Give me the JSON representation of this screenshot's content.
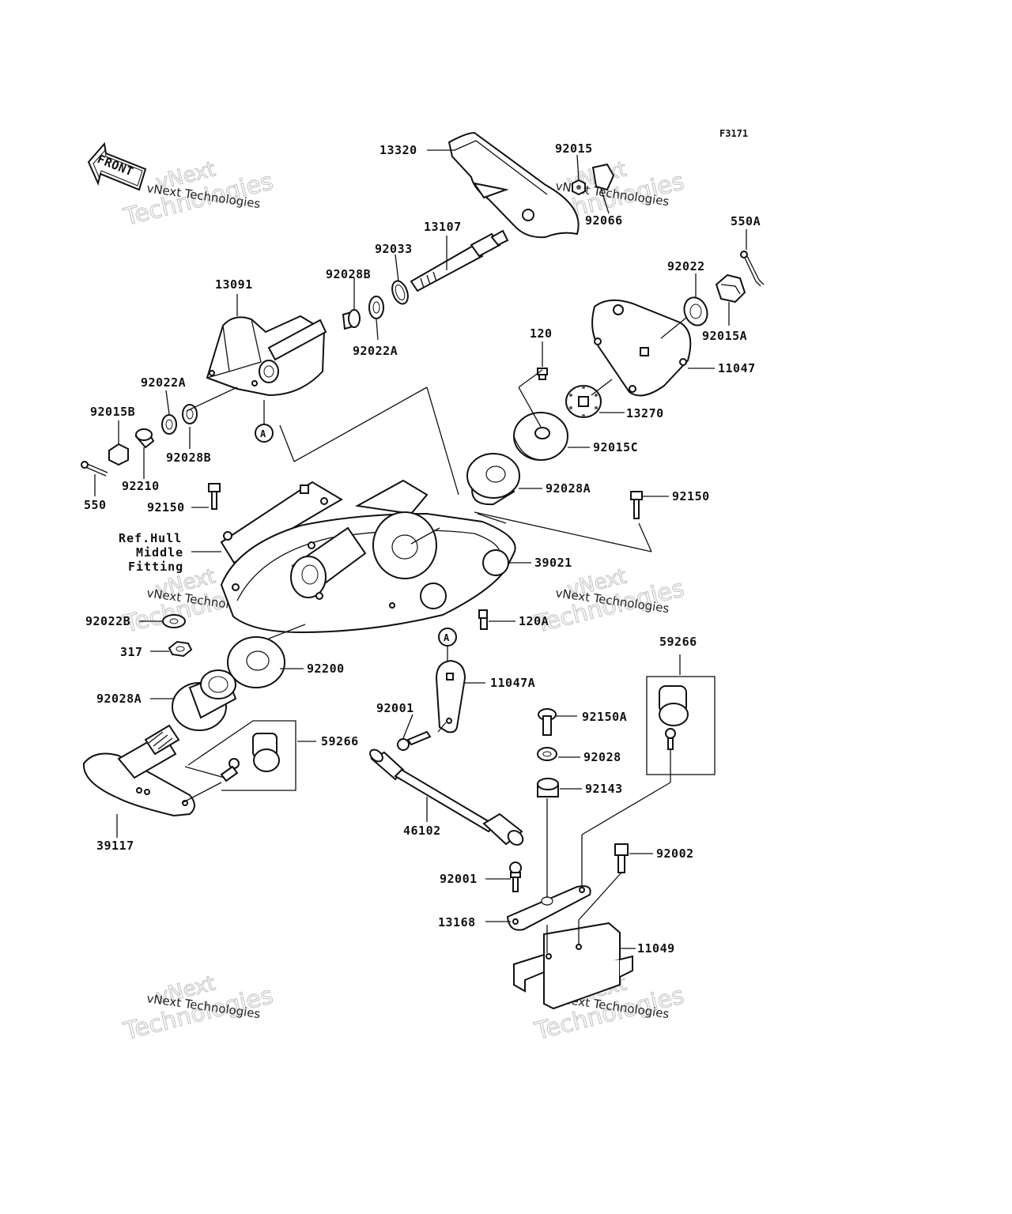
{
  "figure_id": "F3171",
  "front_arrow": "FRONT",
  "callout_marker": "A",
  "watermark": {
    "company": "vNext Technologies",
    "word1": "vNext",
    "word2": "Technologies"
  },
  "reference_note": {
    "line1": "Ref.Hull",
    "line2": "Middle",
    "line3": "Fitting"
  },
  "parts": {
    "p13320": "13320",
    "p92015": "92015",
    "p92066": "92066",
    "p550A": "550A",
    "p13107": "13107",
    "p92033": "92033",
    "p92028B_top": "92028B",
    "p13091": "13091",
    "p92022": "92022",
    "p92022A_top": "92022A",
    "p92015A": "92015A",
    "p120": "120",
    "p11047": "11047",
    "p92022A_left": "92022A",
    "p92015B": "92015B",
    "p13270": "13270",
    "p92028B_left": "92028B",
    "p92015C": "92015C",
    "p92210": "92210",
    "p550": "550",
    "p92028A_top": "92028A",
    "p92150_left": "92150",
    "p92150_right": "92150",
    "p39021": "39021",
    "p92022B": "92022B",
    "p120A": "120A",
    "p59266_right": "59266",
    "p317": "317",
    "p92200": "92200",
    "p11047A": "11047A",
    "p92028A_bottom": "92028A",
    "p92001_top": "92001",
    "p92150A": "92150A",
    "p59266_left": "59266",
    "p92028": "92028",
    "p92143": "92143",
    "p46102": "46102",
    "p39117": "39117",
    "p92002": "92002",
    "p92001_bottom": "92001",
    "p13168": "13168",
    "p11049": "11049"
  }
}
